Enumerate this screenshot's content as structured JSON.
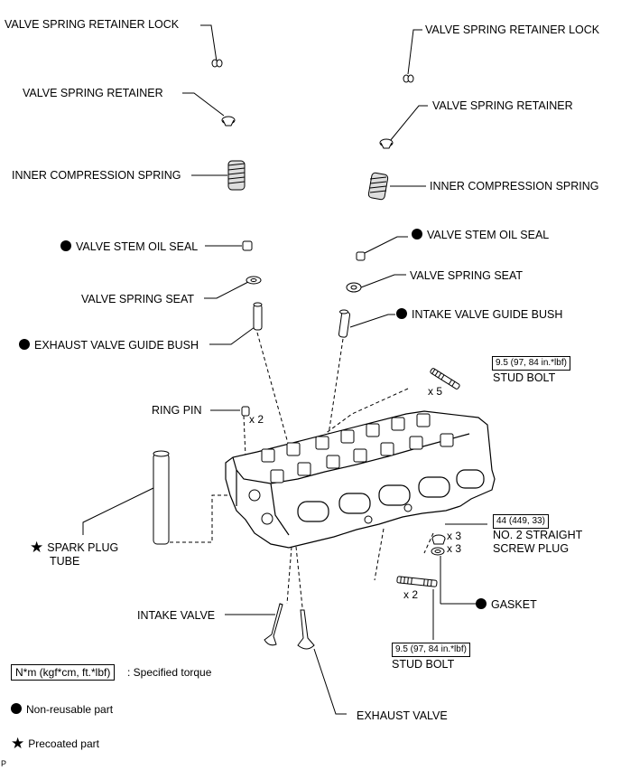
{
  "labels": {
    "left_retainer_lock": "VALVE SPRING RETAINER LOCK",
    "right_retainer_lock": "VALVE SPRING RETAINER LOCK",
    "left_retainer": "VALVE SPRING RETAINER",
    "right_retainer": "VALVE SPRING RETAINER",
    "left_inner_spring": "INNER COMPRESSION SPRING",
    "right_inner_spring": "INNER COMPRESSION SPRING",
    "left_oil_seal": "VALVE STEM OIL SEAL",
    "right_oil_seal": "VALVE STEM OIL SEAL",
    "left_spring_seat": "VALVE SPRING SEAT",
    "right_spring_seat": "VALVE SPRING SEAT",
    "intake_guide_bush": "INTAKE VALVE GUIDE BUSH",
    "exhaust_guide_bush": "EXHAUST VALVE GUIDE BUSH",
    "ring_pin": "RING PIN",
    "spark_plug_tube_line1": "SPARK PLUG",
    "spark_plug_tube_line2": "TUBE",
    "stud_bolt_top": "STUD BOLT",
    "stud_bolt_bottom": "STUD BOLT",
    "screw_plug_line1": "NO. 2 STRAIGHT",
    "screw_plug_line2": "SCREW PLUG",
    "gasket": "GASKET",
    "intake_valve": "INTAKE VALVE",
    "exhaust_valve": "EXHAUST VALVE"
  },
  "quantities": {
    "ring_pin": "x 2",
    "stud_bolt_top": "x 5",
    "screw_plug": "x 3",
    "gasket": "x 3",
    "stud_bolt_bottom": "x 2"
  },
  "torques": {
    "stud_bolt_top": "9.5 (97, 84 in.*lbf)",
    "screw_plug": "44 (449, 33)",
    "stud_bolt_bottom": "9.5 (97, 84 in.*lbf)"
  },
  "legend": {
    "torque_box": "N*m (kgf*cm, ft.*lbf)",
    "torque_desc": ": Specified torque",
    "non_reusable": "Non-reusable part",
    "precoated": "Precoated part"
  },
  "footer_code": "P"
}
